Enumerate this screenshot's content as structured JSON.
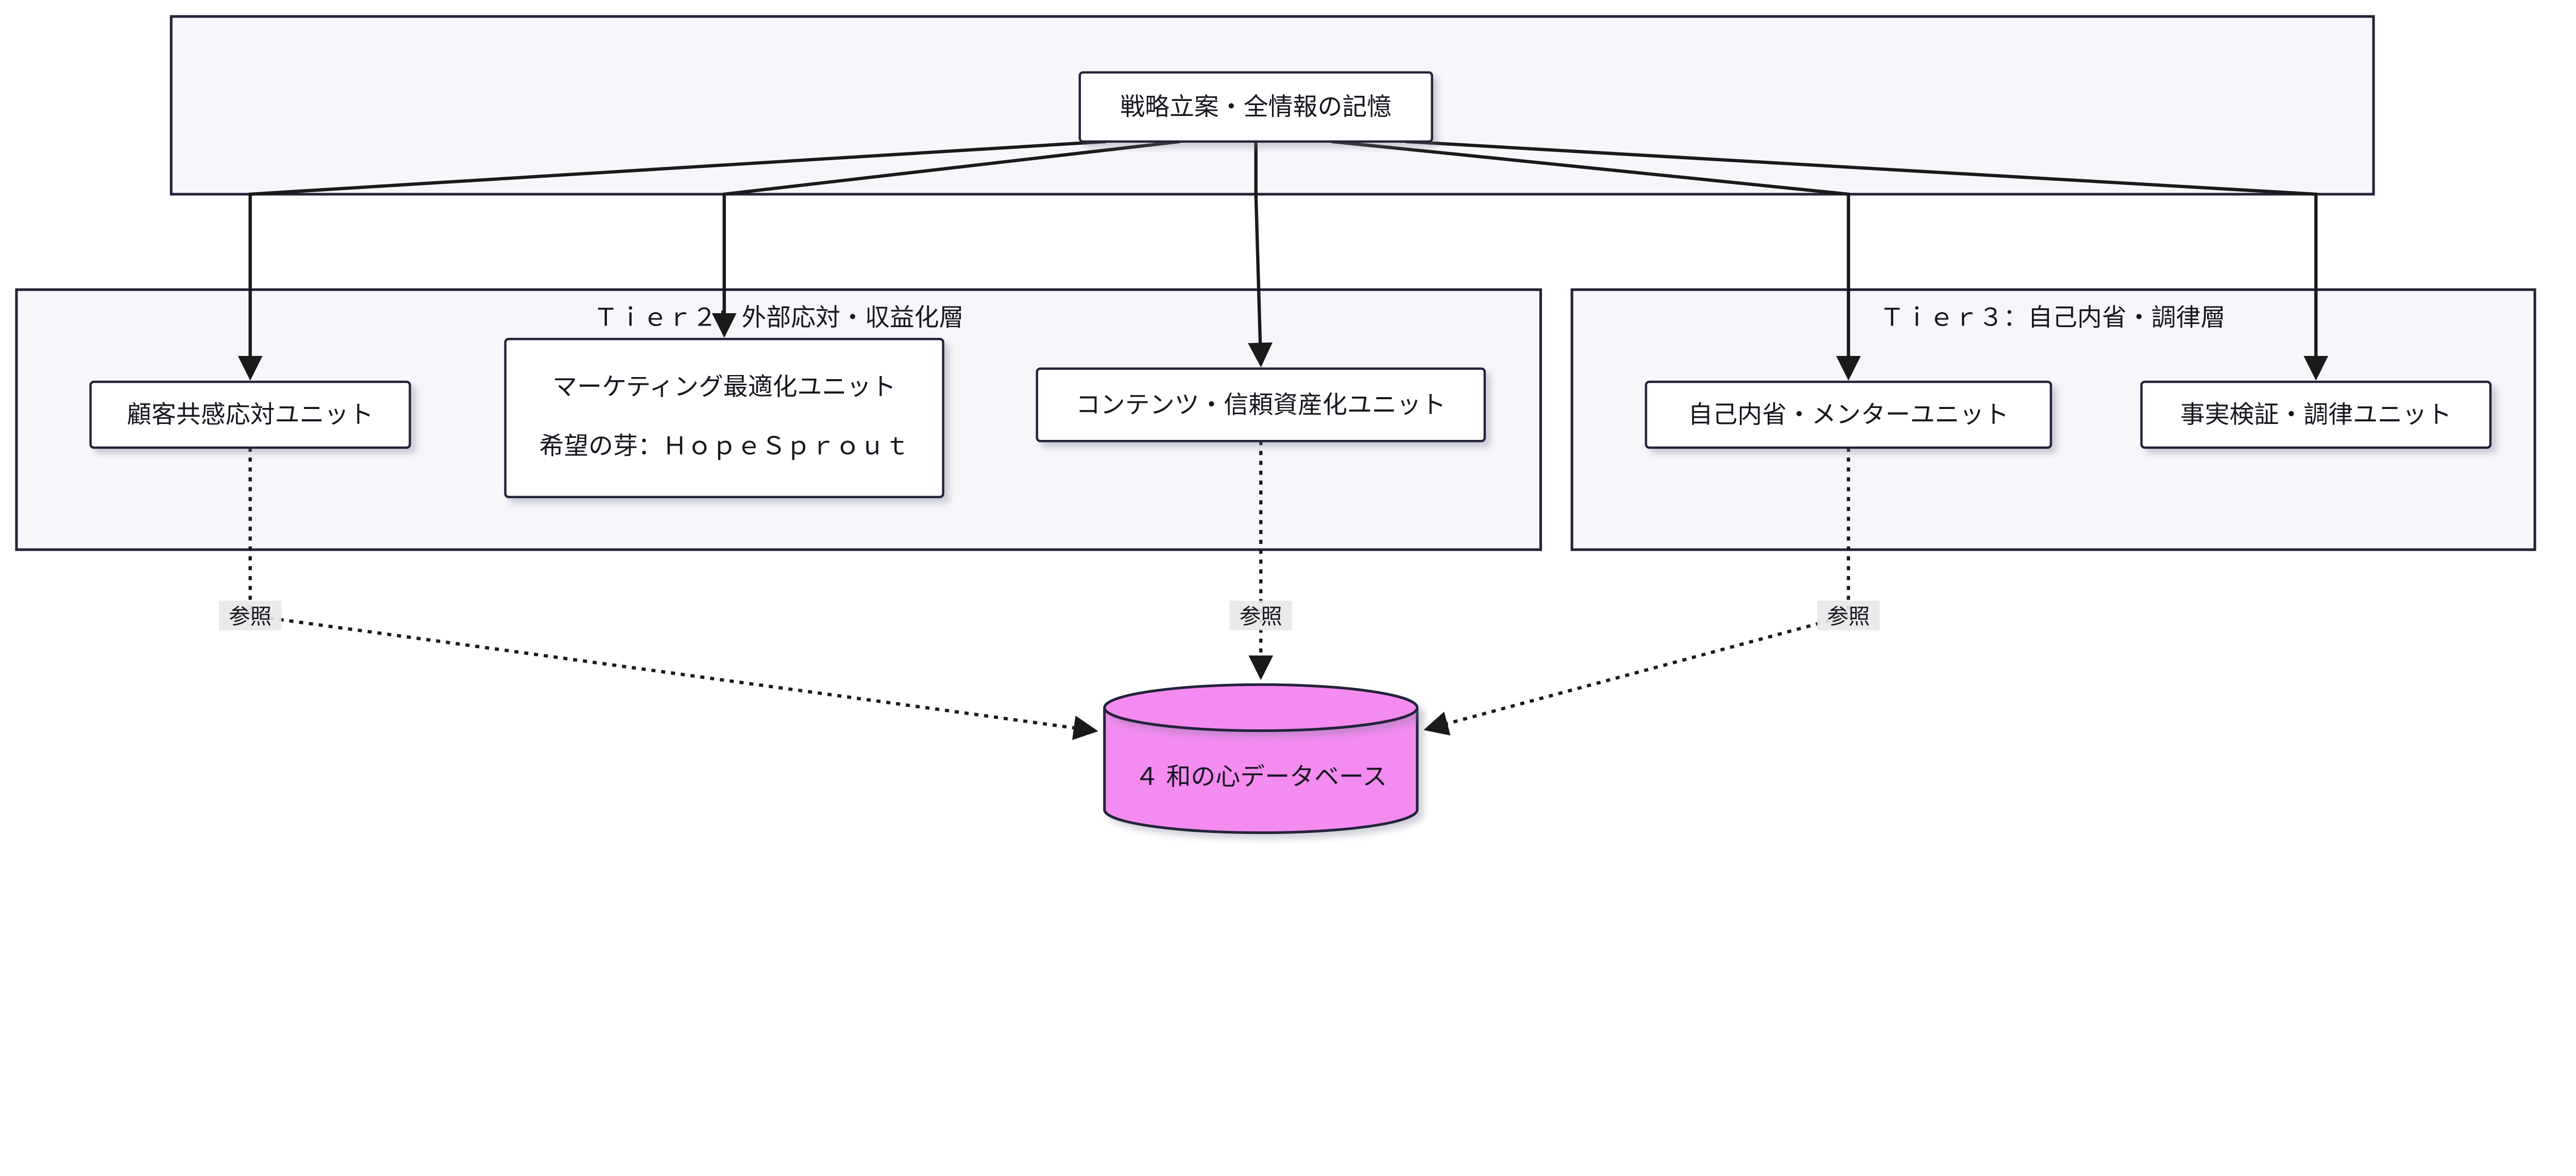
{
  "diagram": {
    "root": {
      "label": "戦略立案・全情報の記憶"
    },
    "tier2": {
      "title": "Ｔｉｅｒ２：外部応対・収益化層",
      "nodes": {
        "customer": {
          "label": "顧客共感応対ユニット"
        },
        "marketing": {
          "label_line1": "マーケティング最適化ユニット",
          "label_line2": "希望の芽：ＨｏｐｅＳｐｒｏｕｔ"
        },
        "content": {
          "label": "コンテンツ・信頼資産化ユニット"
        }
      }
    },
    "tier3": {
      "title": "Ｔｉｅｒ３：自己内省・調律層",
      "nodes": {
        "introspection": {
          "label": "自己内省・メンターユニット"
        },
        "factcheck": {
          "label": "事実検証・調律ユニット"
        }
      }
    },
    "database": {
      "label": "４ 和の心データベース"
    },
    "edge_label_ref": "参照"
  },
  "colors": {
    "container_fill": "#f7f7fb",
    "container_stroke": "#23233a",
    "node_fill": "#ffffff",
    "node_stroke": "#23233a",
    "edge_color": "#1a1a1a",
    "database_fill": "#f48bf0",
    "edge_label_bg": "#e8e8e8",
    "text_color": "#16161f"
  }
}
